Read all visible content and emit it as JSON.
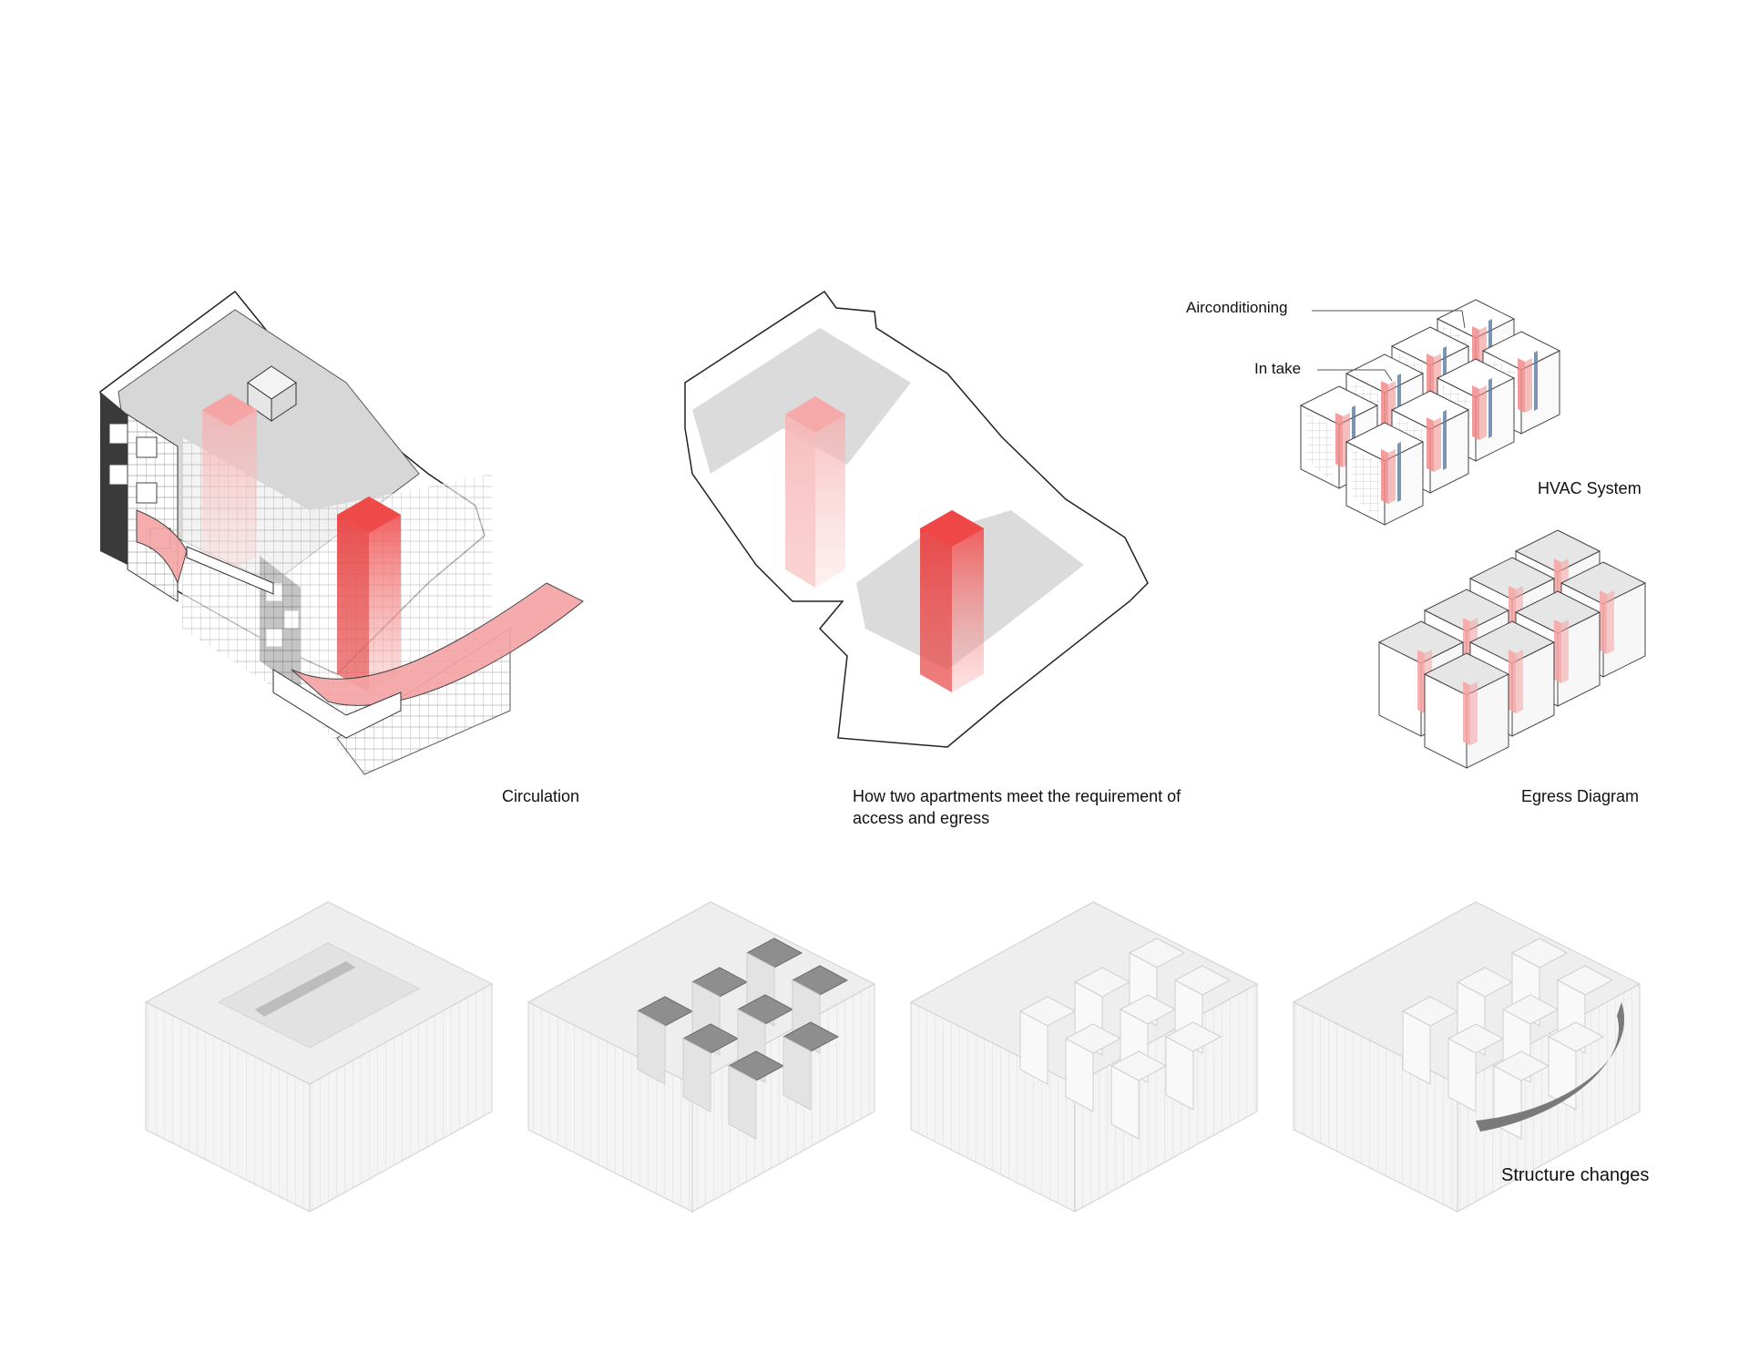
{
  "captions": {
    "circulation": "Circulation",
    "apartments": "How two apartments meet the requirement of access and egress",
    "hvac": "HVAC System",
    "egress": "Egress Diagram",
    "structure": "Structure changes"
  },
  "callouts": {
    "airconditioning": "Airconditioning",
    "intake": "In take"
  },
  "colors": {
    "accent_red": "#f25a5a",
    "accent_pink": "#f7b5b5",
    "mass_grey": "#d9d9d9",
    "dark_panel": "#3a3a3a",
    "line": "#222222"
  }
}
